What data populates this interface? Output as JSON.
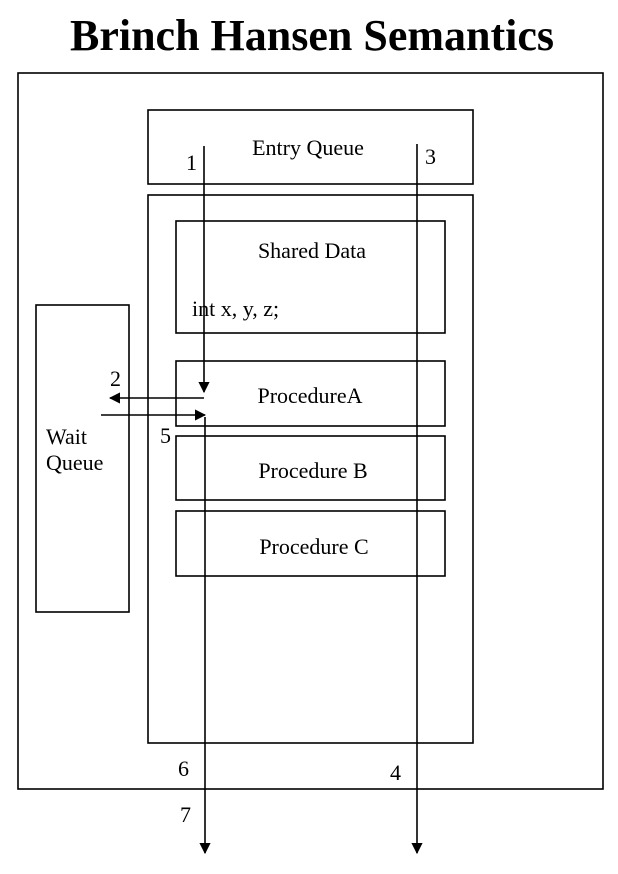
{
  "diagram": {
    "title": "Brinch Hansen Semantics",
    "monitor": {
      "entry_queue_label": "Entry Queue",
      "shared_data": {
        "title": "Shared Data",
        "declaration": "int x, y, z;"
      },
      "procedures": [
        {
          "label": "ProcedureA"
        },
        {
          "label": "Procedure B"
        },
        {
          "label": "Procedure C"
        }
      ]
    },
    "wait_queue": {
      "line1": "Wait",
      "line2": "Queue"
    },
    "path_labels": {
      "step1": "1",
      "step2": "2",
      "step3": "3",
      "step4": "4",
      "step5": "5",
      "step6": "6",
      "step7": "7"
    }
  }
}
